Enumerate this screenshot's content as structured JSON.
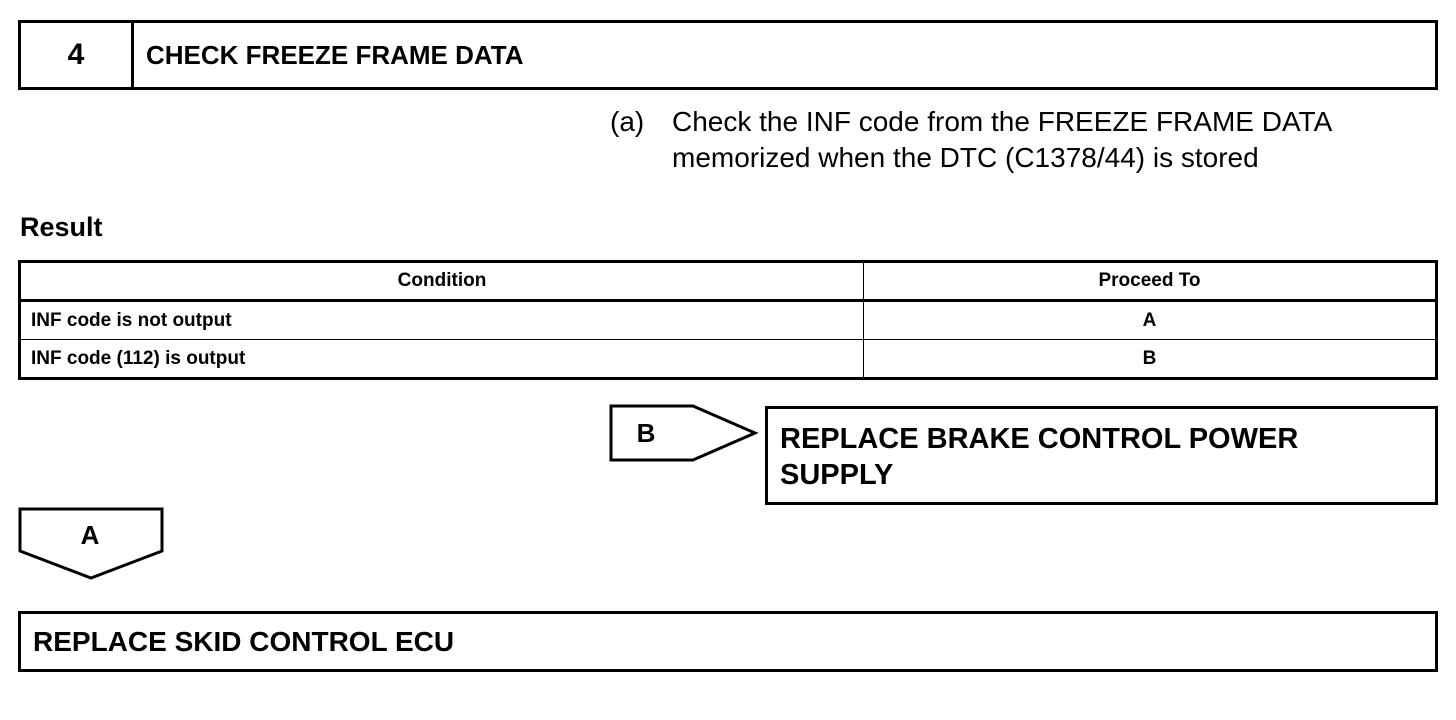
{
  "step": {
    "number": "4",
    "title": "CHECK FREEZE FRAME DATA"
  },
  "instruction": {
    "marker": "(a)",
    "line1": "Check the INF code from the FREEZE FRAME DATA",
    "line2": "memorized when the DTC (C1378/44) is stored"
  },
  "result_label": "Result",
  "table": {
    "headers": [
      "Condition",
      "Proceed To"
    ],
    "rows": [
      {
        "condition": "INF code is not output",
        "proceed": "A"
      },
      {
        "condition": "INF code (112) is output",
        "proceed": "B"
      }
    ]
  },
  "branch_b": {
    "label": "B",
    "action_line1": "REPLACE BRAKE CONTROL POWER",
    "action_line2": "SUPPLY"
  },
  "branch_a": {
    "label": "A",
    "action": "REPLACE SKID CONTROL ECU"
  }
}
